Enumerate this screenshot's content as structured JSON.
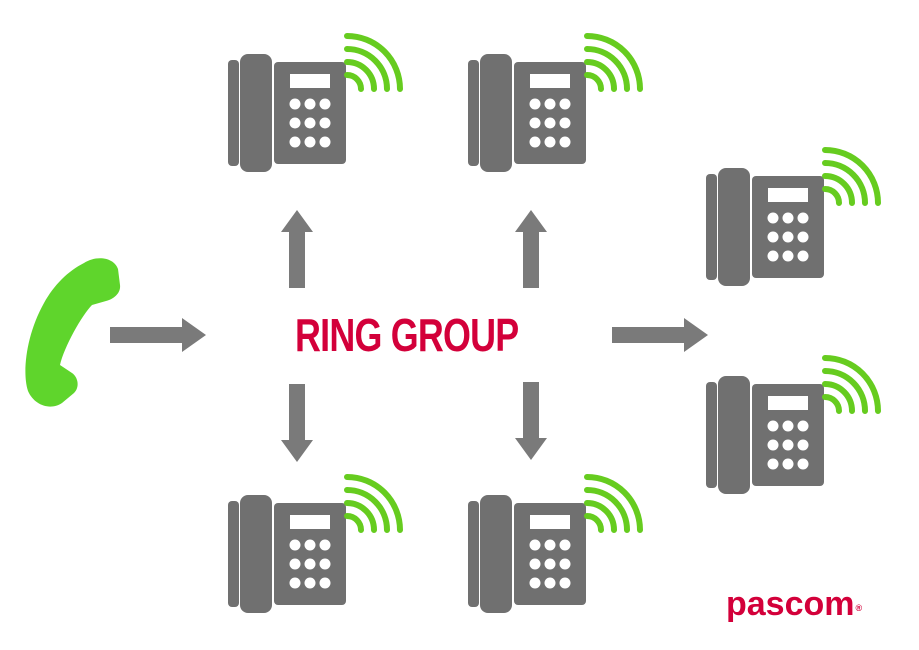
{
  "diagram": {
    "title": "RING GROUP",
    "logo": "pascom",
    "colors": {
      "title": "#d3003a",
      "logo": "#d3003a",
      "phone": "#707070",
      "screen": "#ffffff",
      "arrow": "#7a7a7a",
      "signal": "#66cc1f",
      "handset": "#5fd52c"
    },
    "icons": {
      "caller": "handset-icon",
      "phone": "desk-phone-icon",
      "signal": "ringing-signal-icon",
      "arrow": "arrow-icon"
    },
    "structure": {
      "incoming_calls": 1,
      "ring_group_members": 6
    }
  }
}
